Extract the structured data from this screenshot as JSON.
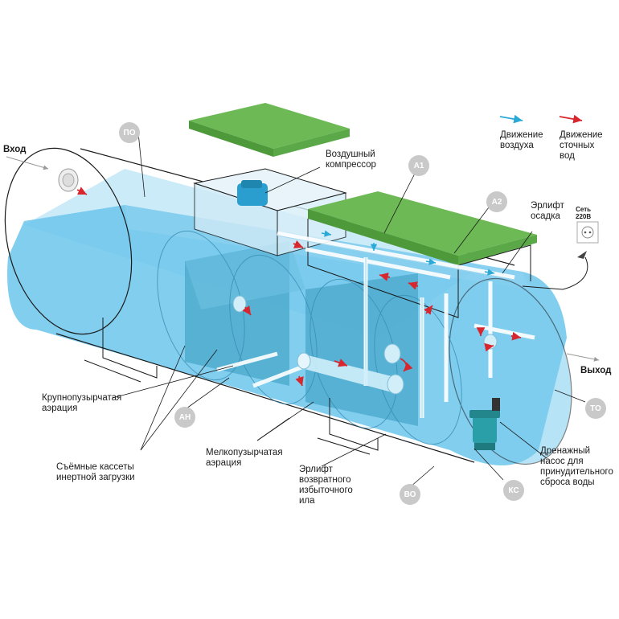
{
  "labels": {
    "inlet": "Вход",
    "outlet": "Выход",
    "compressor": "Воздушный\nкомпрессор",
    "airlift_settling": "Эрлифт\nосадка",
    "coarse_aeration": "Крупнопузырчатая\nаэрация",
    "fine_aeration": "Мелкопузырчатая\nаэрация",
    "cassettes": "Съёмные кассеты\nинертной загрузки",
    "airlift_return": "Эрлифт\nвозвратного\nизбыточного\nила",
    "drain_pump": "Дренажный\nнасос для\nпринудительного\nсброса воды",
    "socket": "Сеть\n220В"
  },
  "legend": {
    "air": "Движение\nвоздуха",
    "wastewater": "Движение\nсточных\nвод",
    "air_color": "#29a9d6",
    "wastewater_color": "#d8262e"
  },
  "zones": [
    "ПО",
    "А1",
    "А2",
    "АН",
    "ВО",
    "КС",
    "ТО"
  ],
  "colors": {
    "water": "#6cc6ec",
    "water_light": "#bfe6f6",
    "lid": "#6db955",
    "lid_dark": "#4e9a3b",
    "pump": "#2a9fa8"
  }
}
